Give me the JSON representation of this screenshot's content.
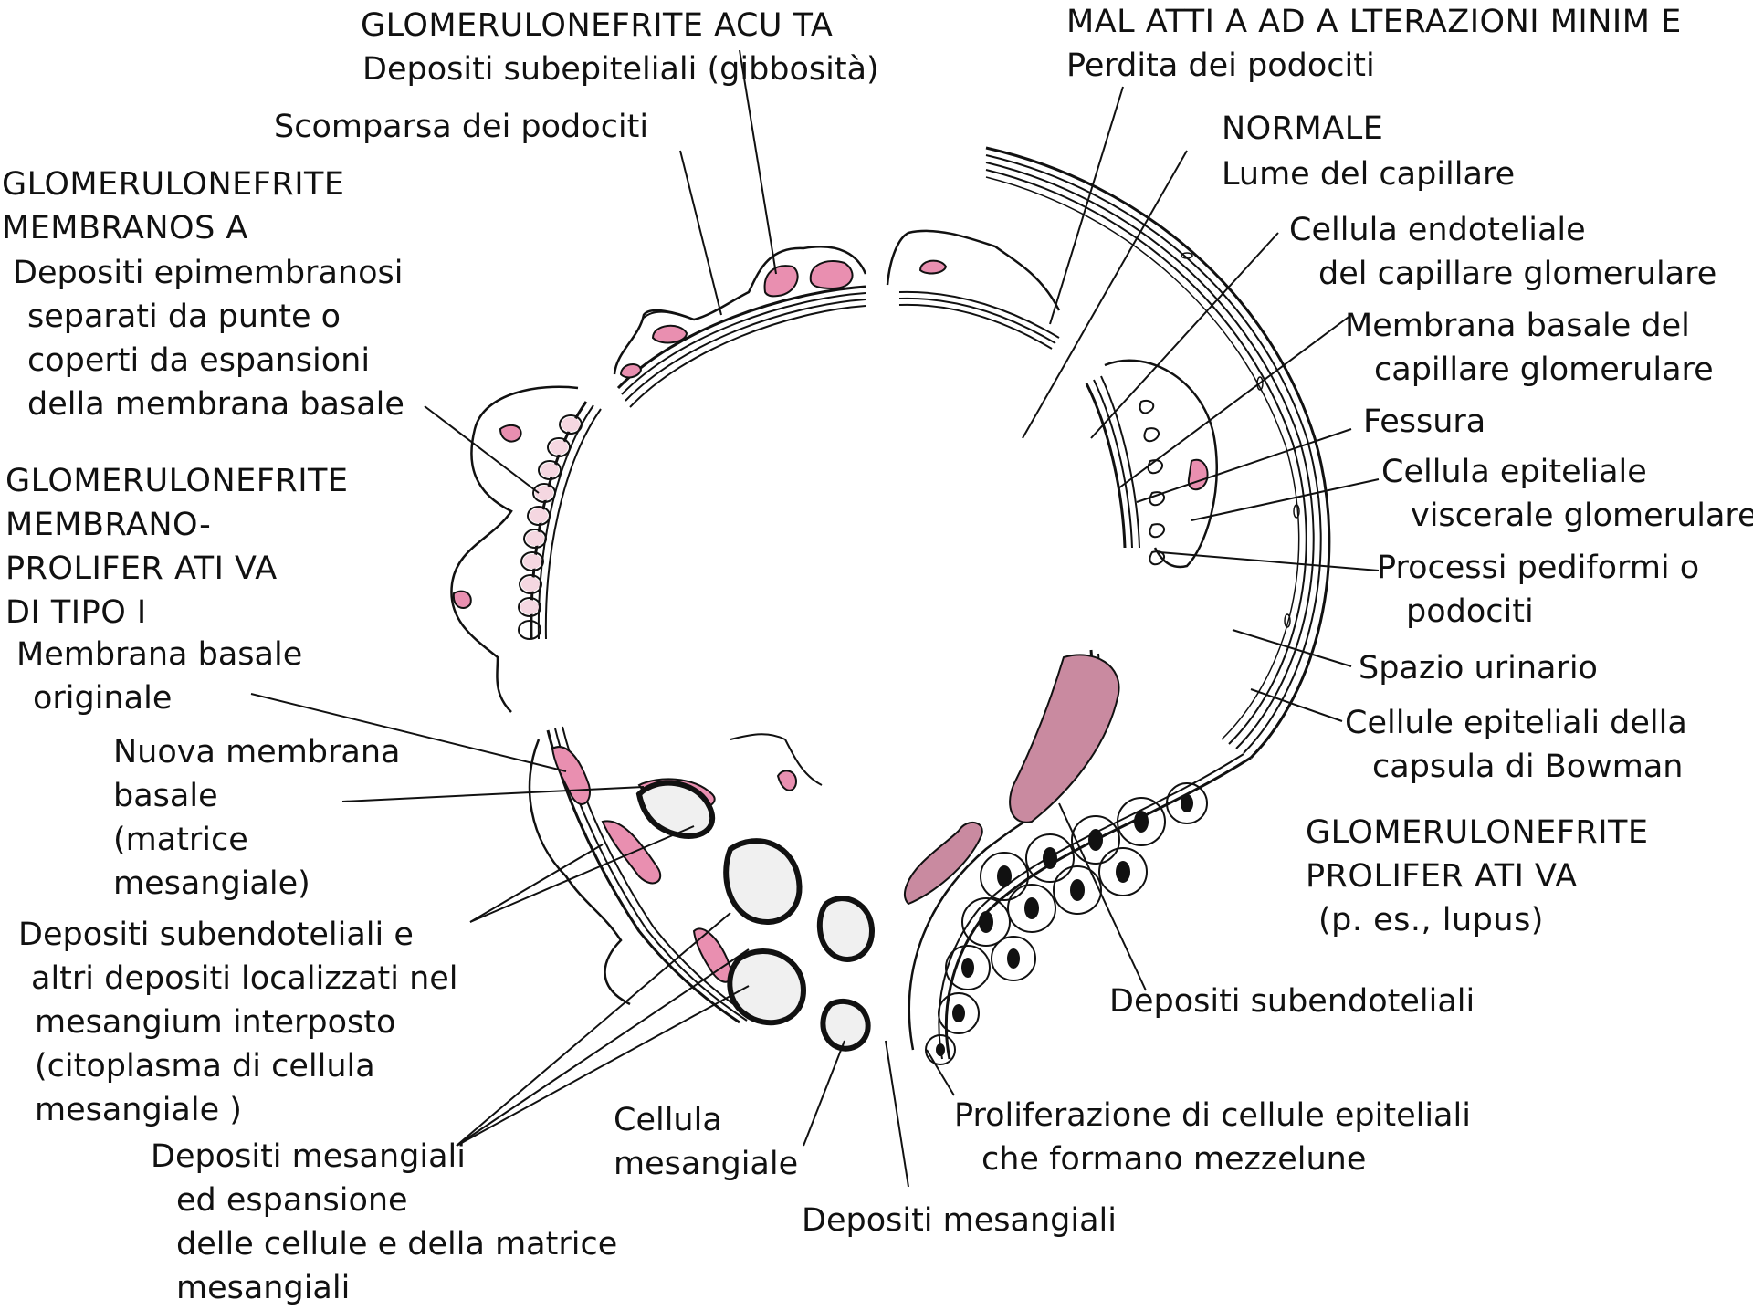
{
  "colors": {
    "line": "#111111",
    "deposit": "#e98fb0",
    "deposit_dark": "#c98aa0",
    "cytoplasm": "#f5d7e1"
  },
  "labels": {
    "acute_title": "GLOMERULONEFRITE ACU         TA",
    "acute_sub": "Depositi subepiteliali (gibbosità)",
    "minimal_title": "MAL ATTI A AD A  LTERAZIONI MINIM      E",
    "minimal_sub": "Perdita dei podociti",
    "podocyte_loss": "Scomparsa dei podociti",
    "normal_title": "NORMALE",
    "capillary_lumen": "Lume del capillare",
    "membranous_title": [
      "GLOMERULONEFRITE",
      "MEMBRANOS    A"
    ],
    "membranous_desc": [
      "Depositi epimembranosi",
      "separati da punte o",
      "coperti da espansioni",
      "della membrana basale"
    ],
    "endothelial": [
      "Cellula endoteliale",
      "del capillare glomerulare"
    ],
    "basement": [
      "Membrana basale del",
      "capillare glomerulare"
    ],
    "fissure": "Fessura",
    "visceral": [
      "Cellula epiteliale",
      "viscerale glomerulare"
    ],
    "mpgn_title": [
      "GLOMERULONEFRITE",
      "MEMBRANO-",
      "PROLIFER    ATI VA",
      "DI TIPO I"
    ],
    "foot_processes": [
      "Processi pediformi o",
      "podociti"
    ],
    "original_bm": [
      "Membrana basale",
      "originale"
    ],
    "urinary_space": "Spazio urinario",
    "bowman": [
      "Cellule epiteliali della",
      "capsula di Bowman"
    ],
    "new_bm": [
      "Nuova membrana",
      "basale",
      "(matrice",
      "mesangiale)"
    ],
    "prolif_title": [
      "GLOMERULONEFRITE",
      "PROLIFER    ATI VA",
      "(p. es., lupus)"
    ],
    "subendo_mes": [
      "Depositi subendoteliali e",
      "altri depositi localizzati nel",
      "mesangium interposto",
      "(citoplasma di cellula",
      "mesangiale )"
    ],
    "subendo": "Depositi subendoteliali",
    "crescent": [
      "Proliferazione di cellule epiteliali",
      "che formano mezzelune"
    ],
    "mes_cell": [
      "Cellula",
      "mesangiale"
    ],
    "mes_deposits_exp": [
      "Depositi mesangiali",
      "ed espansione",
      "delle cellule e della matrice",
      "mesangiali"
    ],
    "mes_deposits": "Depositi mesangiali"
  }
}
